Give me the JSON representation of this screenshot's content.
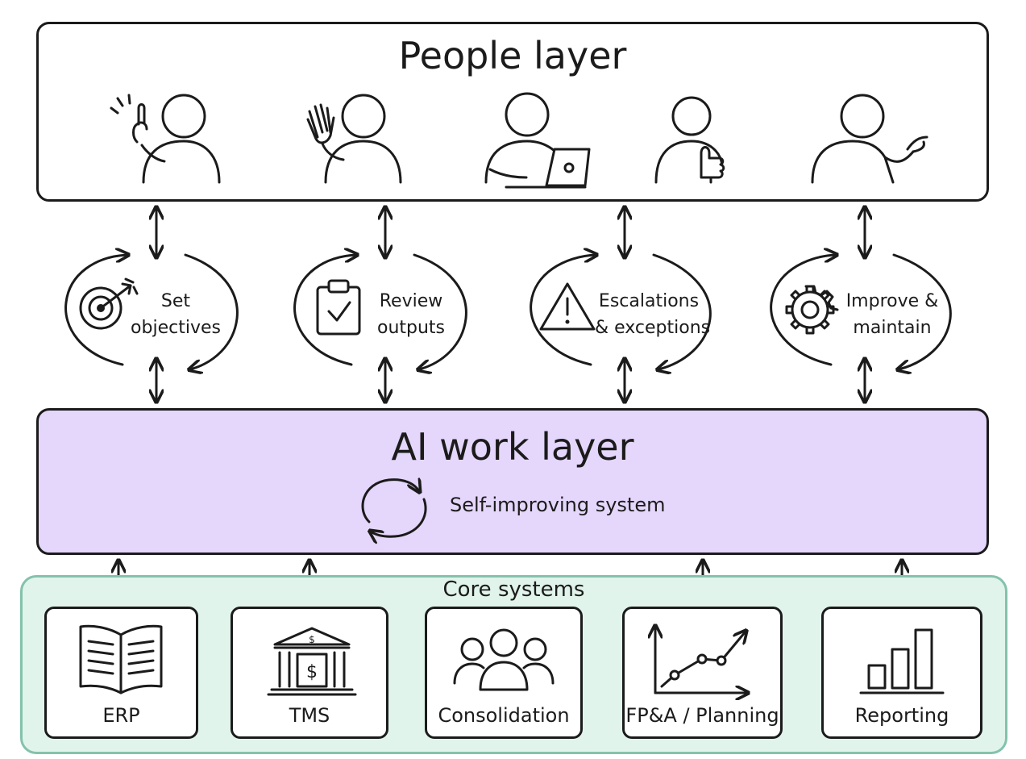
{
  "people_layer": {
    "title": "People layer"
  },
  "interactions": [
    {
      "label_line1": "Set",
      "label_line2": "objectives",
      "icon": "target-icon"
    },
    {
      "label_line1": "Review",
      "label_line2": "outputs",
      "icon": "clipboard-check-icon"
    },
    {
      "label_line1": "Escalations",
      "label_line2": "& exceptions",
      "icon": "warning-icon"
    },
    {
      "label_line1": "Improve &",
      "label_line2": "maintain",
      "icon": "gear-icon"
    }
  ],
  "ai_layer": {
    "title": "AI work layer",
    "subtitle": "Self-improving system",
    "icon": "cycle-arrows-icon"
  },
  "core_systems": {
    "title": "Core systems",
    "items": [
      {
        "label": "ERP",
        "icon": "open-book-icon"
      },
      {
        "label": "TMS",
        "icon": "bank-icon"
      },
      {
        "label": "Consolidation",
        "icon": "group-icon"
      },
      {
        "label": "FP&A / Planning",
        "icon": "line-chart-icon"
      },
      {
        "label": "Reporting",
        "icon": "bar-chart-icon"
      }
    ]
  },
  "colors": {
    "ai_layer_fill": "#e5d6fb",
    "core_fill": "#e1f4ec",
    "core_border": "#84c2ac",
    "stroke": "#1b1b1b"
  }
}
